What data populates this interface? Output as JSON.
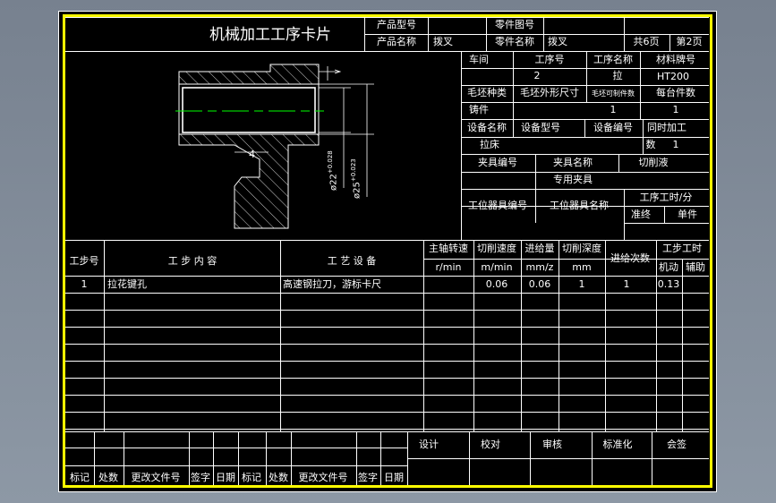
{
  "header": {
    "title": "机械加工工序卡片",
    "product_model_label": "产品型号",
    "part_drawing_label": "零件图号",
    "product_name_label": "产品名称",
    "product_name": "拨叉",
    "part_name_label": "零件名称",
    "part_name": "拨叉",
    "total_pages": "共6页",
    "page_no": "第2页"
  },
  "info": {
    "workshop_label": "车间",
    "op_no_label": "工序号",
    "op_name_label": "工序名称",
    "material_label": "材料牌号",
    "op_no": "2",
    "op_name": "拉",
    "material": "HT200",
    "blank_type_label": "毛坯种类",
    "blank_size_label": "毛坯外形尺寸",
    "pieces_per_blank_label": "毛坯可制件数",
    "pieces_per_unit_label": "每台件数",
    "blank_type": "铸件",
    "pieces_per_blank": "1",
    "pieces_per_unit": "1",
    "equip_name_label": "设备名称",
    "equip_model_label": "设备型号",
    "equip_no_label": "设备编号",
    "simul_label_1": "同时加工",
    "simul_label_2": "数",
    "simul_value": "1",
    "equip_name": "拉床",
    "fixture_no_label": "夹具编号",
    "fixture_name_label": "夹具名称",
    "coolant_label": "切削液",
    "fixture_name": "专用夹具",
    "station_tool_no_label": "工位器具编号",
    "station_tool_name_label": "工位器具名称",
    "op_time_label": "工序工时/分",
    "prep_label": "准终",
    "unit_label": "单件"
  },
  "drawing": {
    "dim_4": "4",
    "dim_22": "ø22",
    "dim_22_tol": "+0.028",
    "dim_22_tol2": "0",
    "dim_25": "ø25",
    "dim_25_tol": "+0.023",
    "dim_25_tol2": "0"
  },
  "steps_table": {
    "h_step_no": "工步号",
    "h_content": "工  步  内  容",
    "h_equipment": "工  艺  设  备",
    "h_spindle": "主轴转速",
    "h_speed": "切削速度",
    "h_feed": "进给量",
    "h_depth": "切削深度",
    "h_passes": "进给次数",
    "h_step_time": "工步工时",
    "u_spindle": "r/min",
    "u_speed": "m/min",
    "u_feed": "mm/z",
    "u_depth": "mm",
    "u_machine": "机动",
    "u_aux": "辅助",
    "rows": [
      {
        "no": "1",
        "content": "拉花键孔",
        "equipment": "高速钢拉刀，游标卡尺",
        "spindle": "",
        "speed": "0.06",
        "feed": "0.06",
        "depth": "1",
        "passes": "1",
        "machine": "0.13",
        "aux": ""
      }
    ]
  },
  "footer": {
    "design": "设计",
    "proofread": "校对",
    "review": "审核",
    "standardize": "标准化",
    "countersign": "会签",
    "mark": "标记",
    "count": "处数",
    "change_doc": "更改文件号",
    "sign": "签字",
    "date": "日期"
  },
  "colors": {
    "background": "#000000",
    "lines": "#ffffff",
    "frame": "#ffff00",
    "center_line": "#00ff00"
  }
}
